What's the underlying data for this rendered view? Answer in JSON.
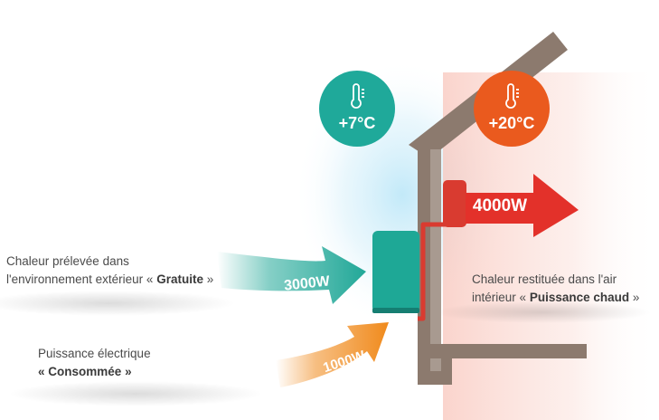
{
  "temperatures": {
    "outdoor": "+7°C",
    "indoor": "+20°C"
  },
  "power": {
    "output": "4000W",
    "ambient": "3000W",
    "electric": "1000W"
  },
  "labels": {
    "ambient_line1": "Chaleur prélevée dans",
    "ambient_line2_prefix": "l'environnement extérieur «",
    "ambient_line2_bold": "Gratuite",
    "ambient_line2_suffix": "»",
    "electric_line1": "Puissance électrique",
    "electric_line2_prefix": "«",
    "electric_line2_bold": "Consommée",
    "electric_line2_suffix": "»",
    "output_line1": "Chaleur restituée dans l'air",
    "output_line2_prefix": "intérieur «",
    "output_line2_bold": "Puissance chaud",
    "output_line2_suffix": "»"
  },
  "colors": {
    "outdoor_circle": "#1fa99a",
    "indoor_circle": "#ea5a1e",
    "output_arrow": "#e3312a",
    "ambient_arrow": "#22a898",
    "electric_arrow": "#f08a1c",
    "wall": "#8c7a6e",
    "unit": "#1ea896",
    "pipe": "#d93b30"
  }
}
